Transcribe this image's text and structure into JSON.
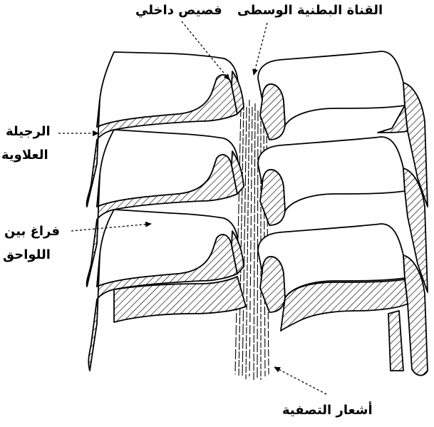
{
  "labels": {
    "inner_lobe": "فصيص داخلي",
    "central_canal": "القناة البطنية الوسطى",
    "upper_ridge_line1": "الرجيلة",
    "upper_ridge_line2": "العلاوية",
    "interlamellar_space_line1": "فراغ بين",
    "interlamellar_space_line2": "اللواحق",
    "filter_setae": "أشعار التصفية"
  },
  "colors": {
    "ink": "#000000",
    "paper": "#ffffff"
  }
}
